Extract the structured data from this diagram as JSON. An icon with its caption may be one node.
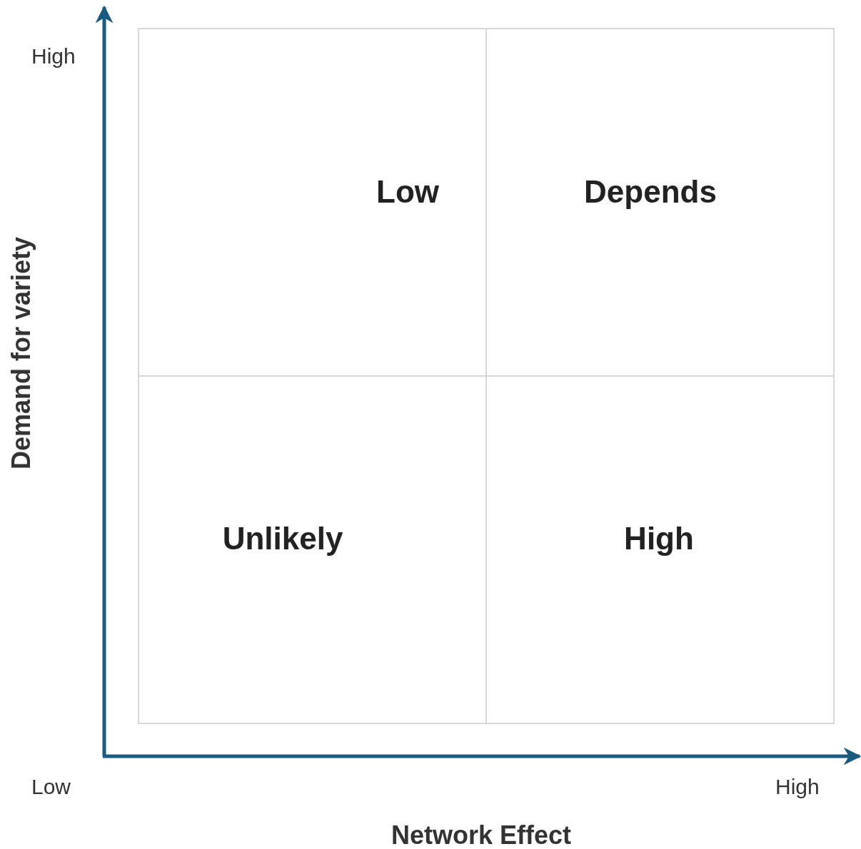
{
  "diagram": {
    "nodes": [
      {
        "text": [
          "Low"
        ]
      },
      {
        "text": [
          "Depends"
        ]
      },
      {
        "text": [
          "Unlikely"
        ]
      },
      {
        "text": [
          "High"
        ]
      }
    ],
    "labels": [
      "High",
      "Demand for variety",
      "Low",
      "High",
      "Network Effect"
    ]
  }
}
